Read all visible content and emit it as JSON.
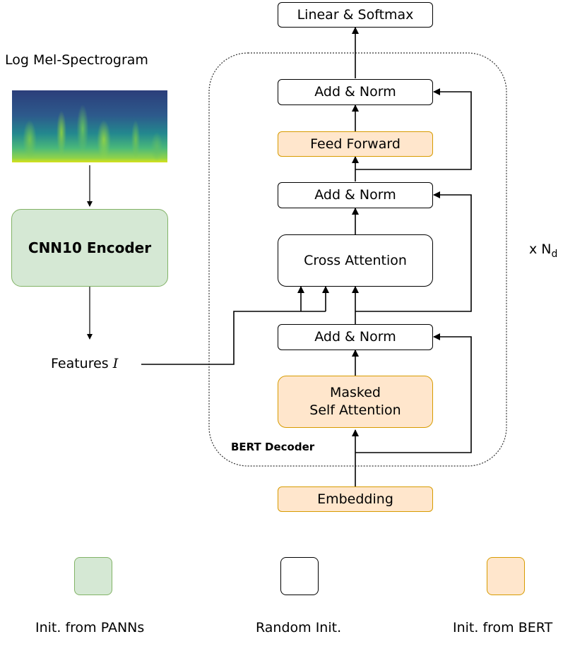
{
  "input_label": "Log Mel-Spectrogram",
  "encoder_label": "CNN10 Encoder",
  "features_label": "Features",
  "features_symbol": "I",
  "decoder_title": "BERT Decoder",
  "repeat_label": "x N",
  "repeat_sub": "d",
  "blocks": {
    "linear_softmax": "Linear & Softmax",
    "add_norm_top": "Add & Norm",
    "feed_forward": "Feed Forward",
    "add_norm_mid": "Add & Norm",
    "cross_attention": "Cross Attention",
    "add_norm_low": "Add & Norm",
    "masked_self_attention_line1": "Masked",
    "masked_self_attention_line2": "Self Attention",
    "embedding": "Embedding"
  },
  "legend": {
    "panns": "Init. from PANNs",
    "random": "Random Init.",
    "bert": "Init. from BERT"
  },
  "colors": {
    "panns_fill": "#d5e8d4",
    "panns_border": "#82b366",
    "bert_fill": "#ffe6cc",
    "bert_border": "#d79b00"
  }
}
